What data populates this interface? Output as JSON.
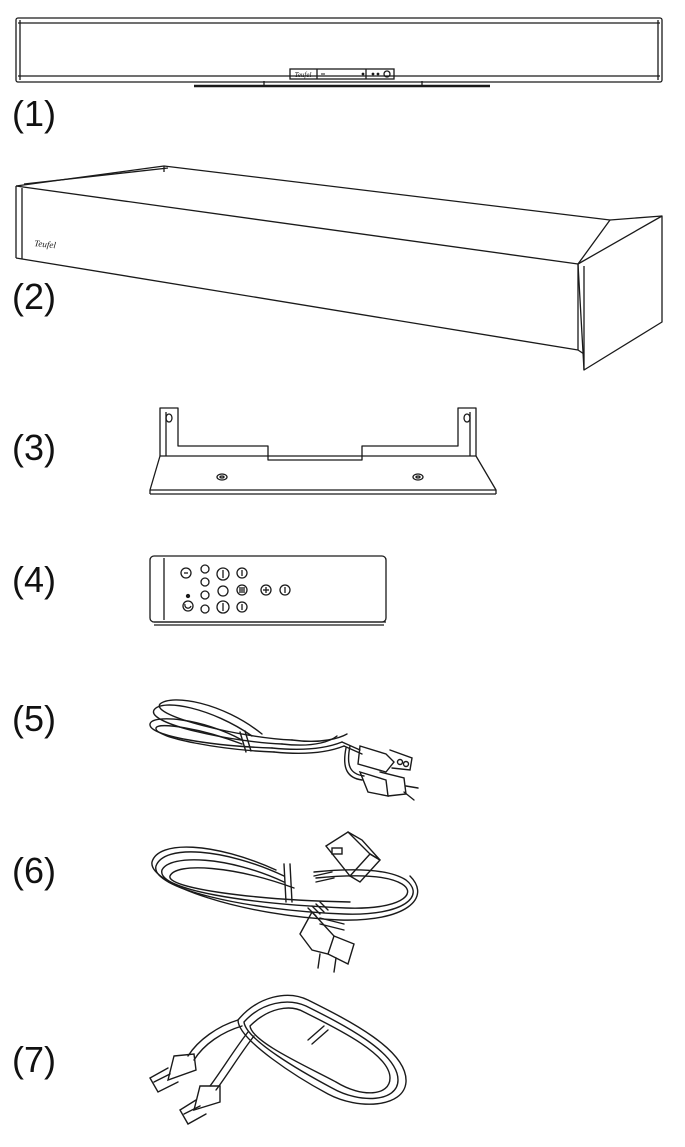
{
  "items": [
    {
      "label": "(1)",
      "illustration": "soundbar-front-view"
    },
    {
      "label": "(2)",
      "illustration": "soundbar-perspective-view"
    },
    {
      "label": "(3)",
      "illustration": "wall-mount-bracket"
    },
    {
      "label": "(4)",
      "illustration": "remote-control"
    },
    {
      "label": "(5)",
      "illustration": "power-cable-figure-8"
    },
    {
      "label": "(6)",
      "illustration": "power-cable-iec"
    },
    {
      "label": "(7)",
      "illustration": "hdmi-cable"
    }
  ],
  "brand": {
    "logo_text": "Teufel"
  },
  "colors": {
    "line": "#1a1a1a",
    "background": "#ffffff"
  }
}
